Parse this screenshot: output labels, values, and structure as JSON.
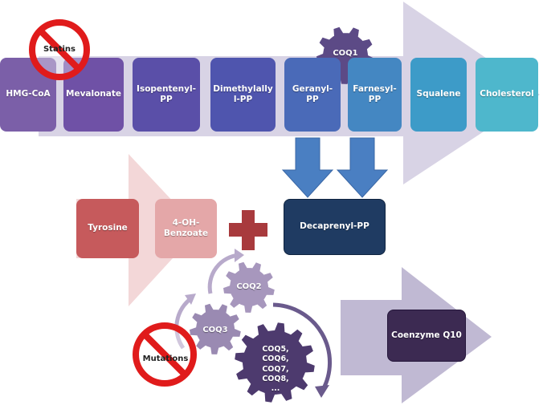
{
  "pathway": {
    "steps": [
      {
        "label": "HMG-CoA",
        "color": "#7b5fa8"
      },
      {
        "label": "Mevalonate",
        "color": "#6f51a6"
      },
      {
        "label": "Isopentenyl-\nPP",
        "color": "#5a4fa8"
      },
      {
        "label": "Dimethylally\nl-PP",
        "color": "#4f55ae"
      },
      {
        "label": "Geranyl-\nPP",
        "color": "#4a6ab8"
      },
      {
        "label": "Farnesyl-\nPP",
        "color": "#4487c2"
      },
      {
        "label": "Squalene",
        "color": "#3d9bc8"
      },
      {
        "label": "Cholesterol",
        "color": "#4eb7cc"
      }
    ],
    "arrow_color": "#c9c3dc"
  },
  "statins": {
    "label": "Statins"
  },
  "coq1": {
    "label": "COQ1",
    "color": "#5c4a86"
  },
  "second_row": {
    "tyrosine": {
      "label": "Tyrosine",
      "color": "#c65a5c"
    },
    "benzoate": {
      "label": "4-OH-\nBenzoate",
      "color": "#e4a7a8"
    },
    "decaprenyl": {
      "label": "Decaprenyl-PP",
      "color": "#1f3b62"
    },
    "plus_color": "#a83a3d",
    "arrow_color": "#f1d3d4"
  },
  "gears": {
    "coq2": {
      "label": "COQ2",
      "color": "#a797bd"
    },
    "coq3": {
      "label": "COQ3",
      "color": "#9a8ab2"
    },
    "coq_group": {
      "label": "COQ5, COQ6,\nCOQ7, COQ8,\n...",
      "color": "#4d3a6e"
    }
  },
  "mutations": {
    "label": "Mutations"
  },
  "coenzyme": {
    "label": "Coenzyme Q10",
    "color": "#3c2a52"
  },
  "colors": {
    "no_symbol": "#e01b1b",
    "down_arrow": "#4a7fc2",
    "purple_arrow": "#b7b0cb"
  }
}
